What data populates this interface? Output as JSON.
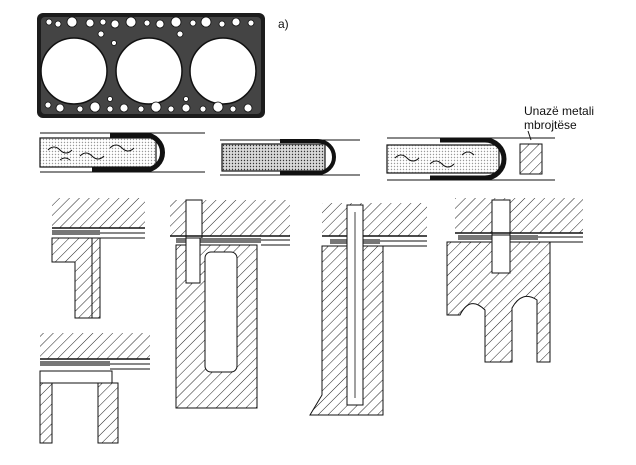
{
  "labels": {
    "part_a": "a)",
    "ring_line1": "Unazë metali",
    "ring_line2": "mbrojtëse"
  },
  "colors": {
    "ink": "#111111",
    "paper": "#ffffff",
    "fill_gray": "#d9d9d9"
  }
}
